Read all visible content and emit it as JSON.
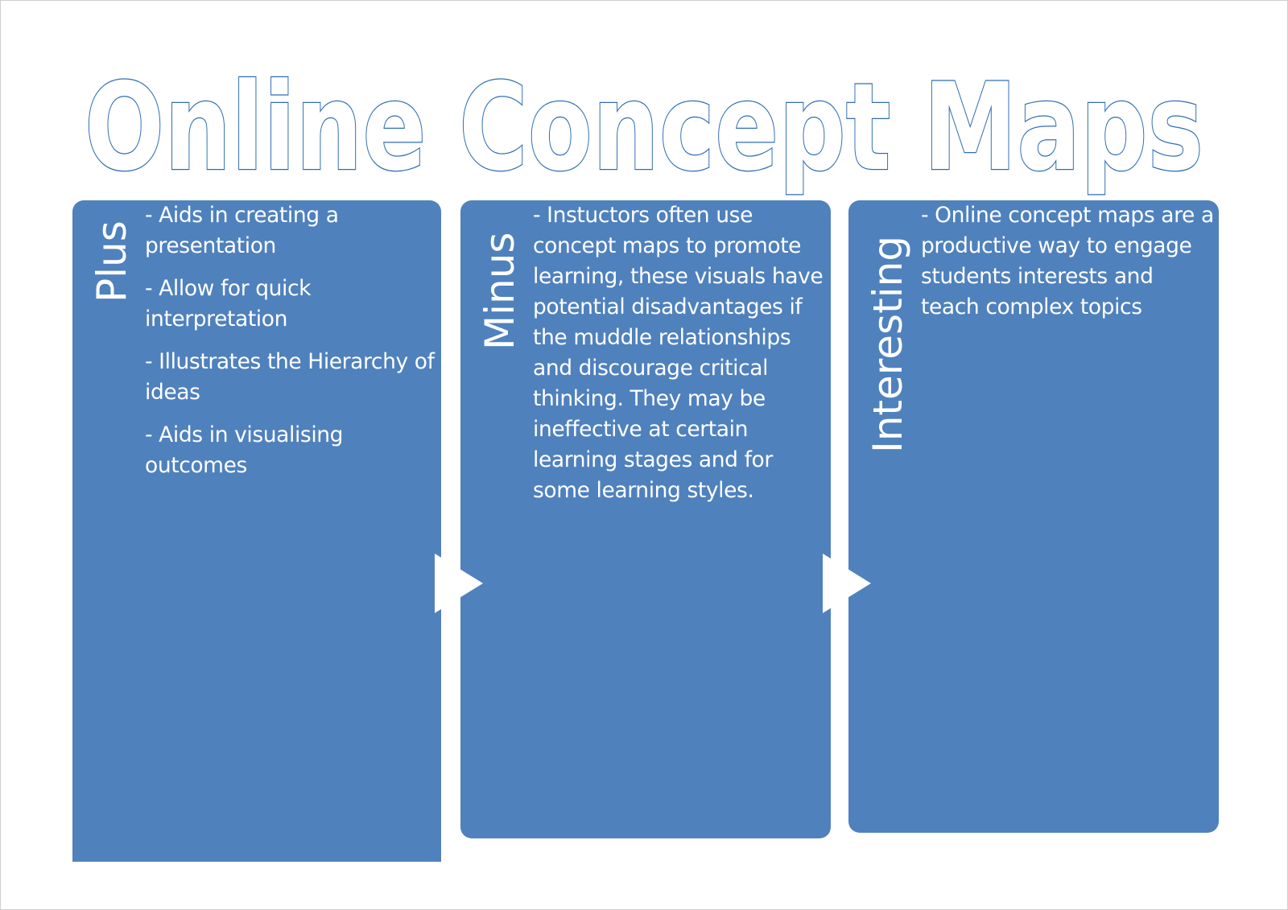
{
  "title": "Online Concept Maps",
  "panels": [
    {
      "heading": "Plus",
      "items": [
        "- Aids in creating a presentation",
        "- Allow for quick interpretation",
        "- Illustrates the Hierarchy of ideas",
        "- Aids in visualising outcomes"
      ]
    },
    {
      "heading": "Minus",
      "items": [
        "- Instuctors often use concept maps to promote learning, these visuals have potential disadvantages if the muddle relationships and discourage critical thinking. They may be ineffective at certain learning stages and for some learning styles."
      ]
    },
    {
      "heading": "Interesting",
      "items": [
        "- Online concept maps are a productive way to engage students interests and teach complex topics"
      ]
    }
  ],
  "colors": {
    "panel_fill": "#4f81bd",
    "title_outline": "#2e6db5",
    "text": "#ffffff"
  }
}
